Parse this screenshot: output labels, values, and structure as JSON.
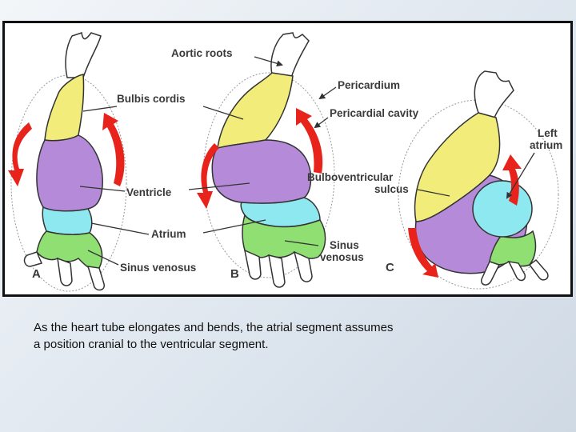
{
  "figure": {
    "labels": {
      "aortic_roots": "Aortic roots",
      "pericardium": "Pericardium",
      "bulbis_cordis": "Bulbis cordis",
      "pericardial_cavity": "Pericardial cavity",
      "left_atrium_line1": "Left",
      "left_atrium_line2": "atrium",
      "bulboventricular_line1": "Bulboventricular",
      "bulboventricular_line2": "sulcus",
      "ventricle": "Ventricle",
      "atrium": "Atrium",
      "sinus_venosus_a": "Sinus venosus",
      "sinus_venosus_b_line1": "Sinus",
      "sinus_venosus_b_line2": "venosus"
    },
    "panels": {
      "a": "A",
      "b": "B",
      "c": "C"
    },
    "colors": {
      "bulbus_cordis": "#f2ec7a",
      "ventricle": "#b58ad8",
      "atrium": "#8ee8f0",
      "sinus_venosus": "#8fdf73",
      "arrow": "#e8231c",
      "outline": "#333333"
    }
  },
  "caption": {
    "line1": "As the heart tube elongates and bends,  the atrial segment assumes",
    "line2": "a position cranial to the ventricular segment."
  }
}
